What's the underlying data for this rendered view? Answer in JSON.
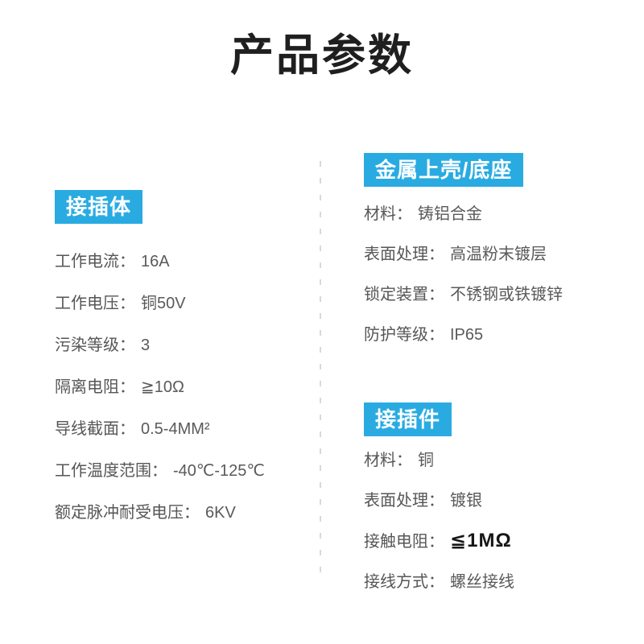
{
  "page": {
    "title": "产品参数"
  },
  "colors": {
    "accent": "#29ABE2",
    "text": "#565656",
    "strong": "#161616"
  },
  "left_section": {
    "header": "接插体",
    "rows": [
      {
        "label": "工作电流：",
        "value": "16A"
      },
      {
        "label": "工作电压：",
        "value": "铜50V"
      },
      {
        "label": "污染等级：",
        "value": "3"
      },
      {
        "label": "隔离电阻：",
        "value": "≧10Ω"
      },
      {
        "label": "导线截面：",
        "value": "0.5-4MM²"
      },
      {
        "label": "工作温度范围：",
        "value": "-40℃-125℃"
      },
      {
        "label": "额定脉冲耐受电压：",
        "value": "6KV"
      }
    ]
  },
  "right_sections": [
    {
      "header": "金属上壳/底座",
      "rows": [
        {
          "label": "材料：",
          "value": "铸铝合金"
        },
        {
          "label": "表面处理：",
          "value": "高温粉末镀层"
        },
        {
          "label": "锁定装置：",
          "value": "不锈钢或铁镀锌"
        },
        {
          "label": "防护等级：",
          "value": "IP65"
        }
      ]
    },
    {
      "header": "接插件",
      "rows": [
        {
          "label": "材料：",
          "value": "铜"
        },
        {
          "label": "表面处理：",
          "value": "镀银"
        },
        {
          "label": "接触电阻：",
          "value": "≦1MΩ"
        },
        {
          "label": "接线方式：",
          "value": "螺丝接线"
        }
      ]
    }
  ]
}
